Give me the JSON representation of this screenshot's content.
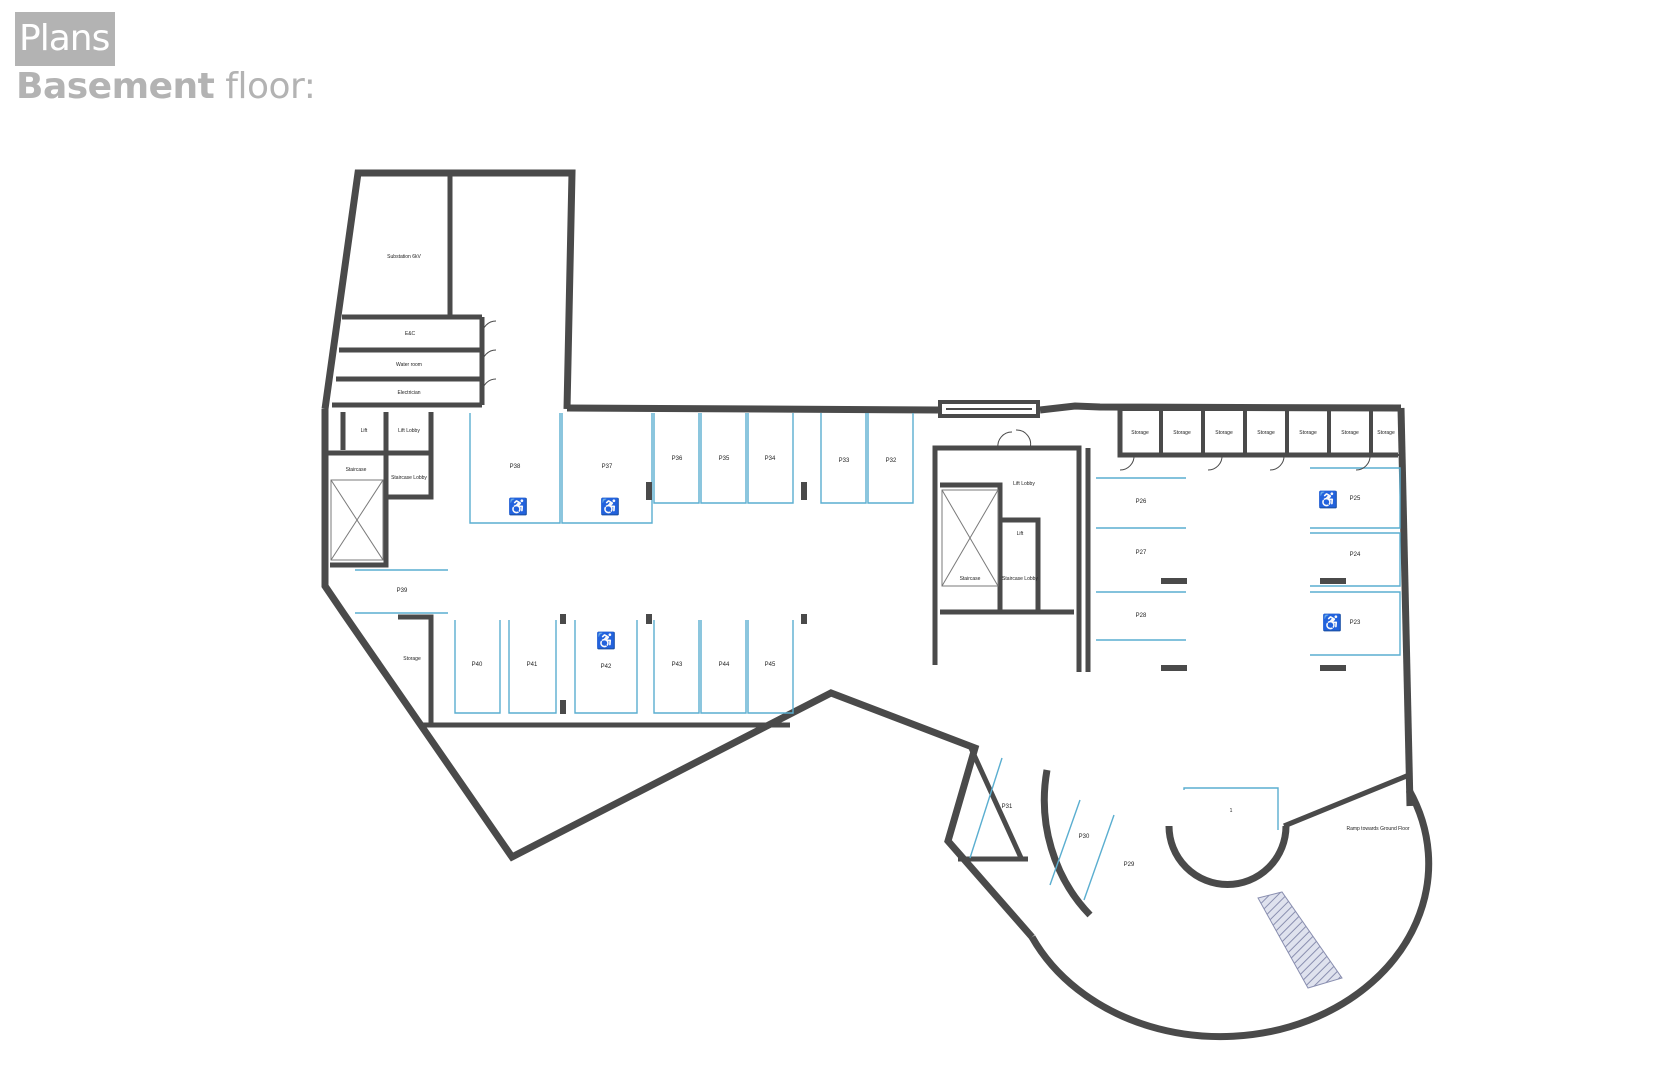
{
  "header": {
    "tag": "Plans",
    "subtitle_bold": "Basement",
    "subtitle_rest": "floor:"
  },
  "colors": {
    "wall": "#4a4a4a",
    "parking_line": "#5aaed0",
    "text": "#222222",
    "heading": "#b3b3b3",
    "ramp_hatch": "#8a8fb0"
  },
  "rooms": {
    "substation": "Substation 6kV",
    "esc": "E&C",
    "water_room": "Water room",
    "electrician": "Electrician",
    "lift_left": "Lift",
    "lift_lobby_left": "Lift Lobby",
    "staircase_left": "Staircase",
    "staircase_lobby_left": "Staircase Lobby",
    "storage_left": "Storage",
    "lift_lobby_mid": "Lift Lobby",
    "lift_mid": "Lift",
    "staircase_mid": "Staircase",
    "staircase_lobby_mid": "Staircase Lobby",
    "ramp_label": "Ramp towards Ground Floor",
    "ramp_unit": "1"
  },
  "storage_row": [
    "Storage",
    "Storage",
    "Storage",
    "Storage",
    "Storage",
    "Storage",
    "Storage"
  ],
  "parking": {
    "p38": "P38",
    "p37": "P37",
    "p36": "P36",
    "p35": "P35",
    "p34": "P34",
    "p33": "P33",
    "p32": "P32",
    "p39": "P39",
    "p40": "P40",
    "p41": "P41",
    "p42": "P42",
    "p43": "P43",
    "p44": "P44",
    "p45": "P45",
    "p26": "P26",
    "p27": "P27",
    "p28": "P28",
    "p25": "P25",
    "p24": "P24",
    "p23": "P23",
    "p31": "P31",
    "p30": "P30",
    "p29": "P29"
  },
  "icons": [
    "accessible-parking-icon",
    "door-swing-icon",
    "stair-icon",
    "ramp-hatch-icon"
  ]
}
